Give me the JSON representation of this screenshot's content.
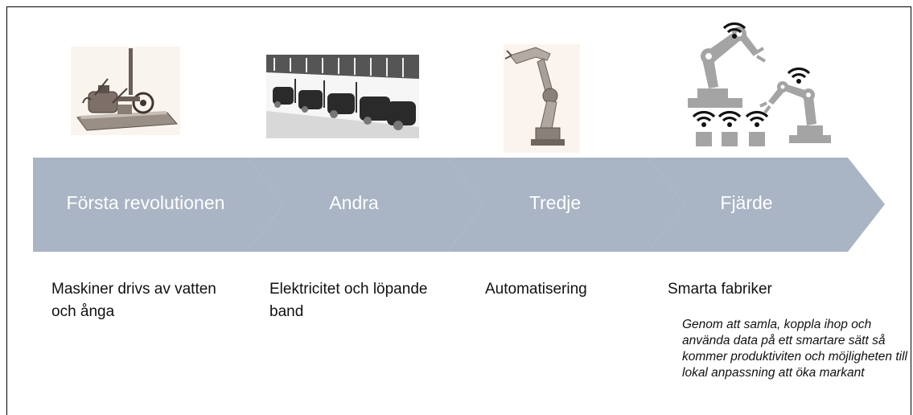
{
  "stages": [
    {
      "label": "Första revolutionen",
      "desc": "Maskiner drivs av vatten och ånga",
      "icon": "steam-engine-sketch-icon"
    },
    {
      "label": "Andra",
      "desc": "Elektricitet och löpande band",
      "icon": "assembly-line-sketch-icon"
    },
    {
      "label": "Tredje",
      "desc": "Automatisering",
      "icon": "robot-arm-sketch-icon"
    },
    {
      "label": "Fjärde",
      "desc": "Smarta fabriker",
      "icon": "connected-factory-icon"
    }
  ],
  "note": "Genom att samla, koppla ihop och använda data på ett smartare sätt så kommer produktiviten och möjligheten till lokal anpassning att öka markant",
  "colors": {
    "chevron": "#a9b4c4",
    "chevron_text": "#ffffff",
    "robot_gray": "#a4a4a4",
    "wifi_black": "#111111"
  }
}
